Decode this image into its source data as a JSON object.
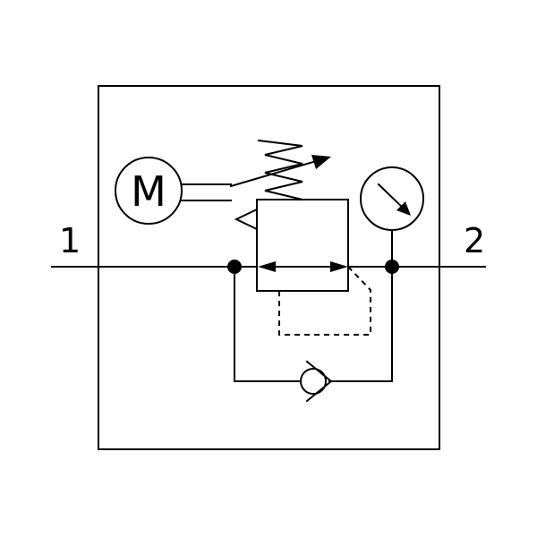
{
  "diagram": {
    "ports": {
      "inlet": "1",
      "outlet": "2"
    },
    "components": {
      "motor_symbol_letter": "M"
    },
    "colors": {
      "line": "#000000",
      "background": "#ffffff"
    }
  }
}
